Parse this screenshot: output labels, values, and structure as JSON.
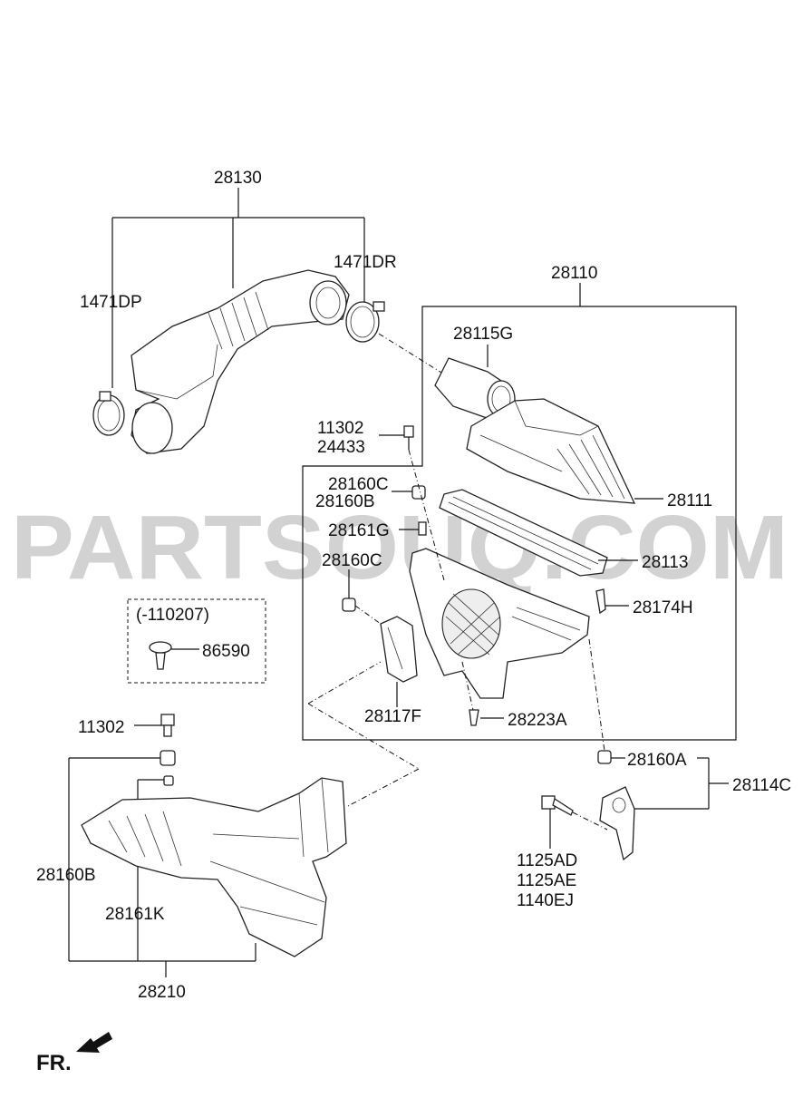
{
  "watermark": "PARTSOUQ.COM",
  "front_marker": "FR.",
  "variant_note": "(-110207)",
  "labels": {
    "l28130": "28130",
    "l1471DR": "1471DR",
    "l1471DP": "1471DP",
    "l28110": "28110",
    "l28115G": "28115G",
    "l11302a": "11302",
    "l24433": "24433",
    "l28160C_a": "28160C",
    "l28160B_a": "28160B",
    "l28111": "28111",
    "l28161G": "28161G",
    "l28113": "28113",
    "l28160C_b": "28160C",
    "l28174H": "28174H",
    "l86590": "86590",
    "l28117F": "28117F",
    "l28223A": "28223A",
    "l11302b": "11302",
    "l28160A": "28160A",
    "l28114C": "28114C",
    "l28160B_b": "28160B",
    "l1125AD": "1125AD",
    "l1125AE": "1125AE",
    "l1140EJ": "1140EJ",
    "l28161K": "28161K",
    "l28210": "28210"
  }
}
